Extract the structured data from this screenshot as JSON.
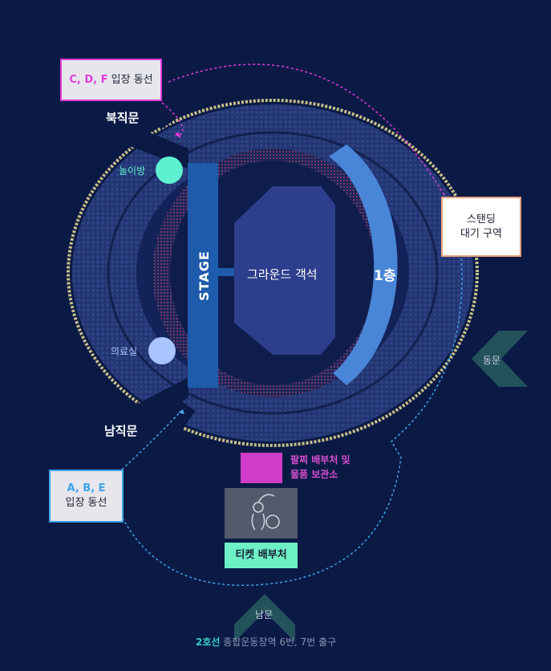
{
  "gates": {
    "north": "북직문",
    "south": "남직문",
    "east": "동문",
    "south_main": "남문"
  },
  "routes": {
    "north": {
      "gates_label": "C, D, F",
      "suffix": "입장 동선"
    },
    "south": {
      "gates_label": "A, B, E",
      "suffix": "입장 동선"
    }
  },
  "standing_wait": {
    "line1": "스탠딩",
    "line2": "대기 구역"
  },
  "facilities": {
    "play_room": "놀이방",
    "medical": "의료실",
    "merch": {
      "line1": "팔찌 배부처 및",
      "line2": "물품 보관소"
    },
    "ticket": "티켓 배부처"
  },
  "zones": {
    "stage": "STAGE",
    "ground": "그라운드 객석",
    "floor1": "1층"
  },
  "transit": {
    "line": "2호선",
    "text": "종합운동장역 6번, 7번 출구"
  },
  "colors": {
    "background": "#0b1a45",
    "stage": "#1e5bab",
    "ground": "#2c3e8c",
    "floor1": "#4a86d8",
    "north_route": "#e23bd6",
    "south_route": "#3fa3e8",
    "play_room": "#5ef0cf",
    "medical": "#a9c4ff",
    "merch": "#cf3cc8",
    "ticket": "#6df0c6",
    "standing_border": "#e7a07a",
    "transit_line": "#35d1c0"
  }
}
